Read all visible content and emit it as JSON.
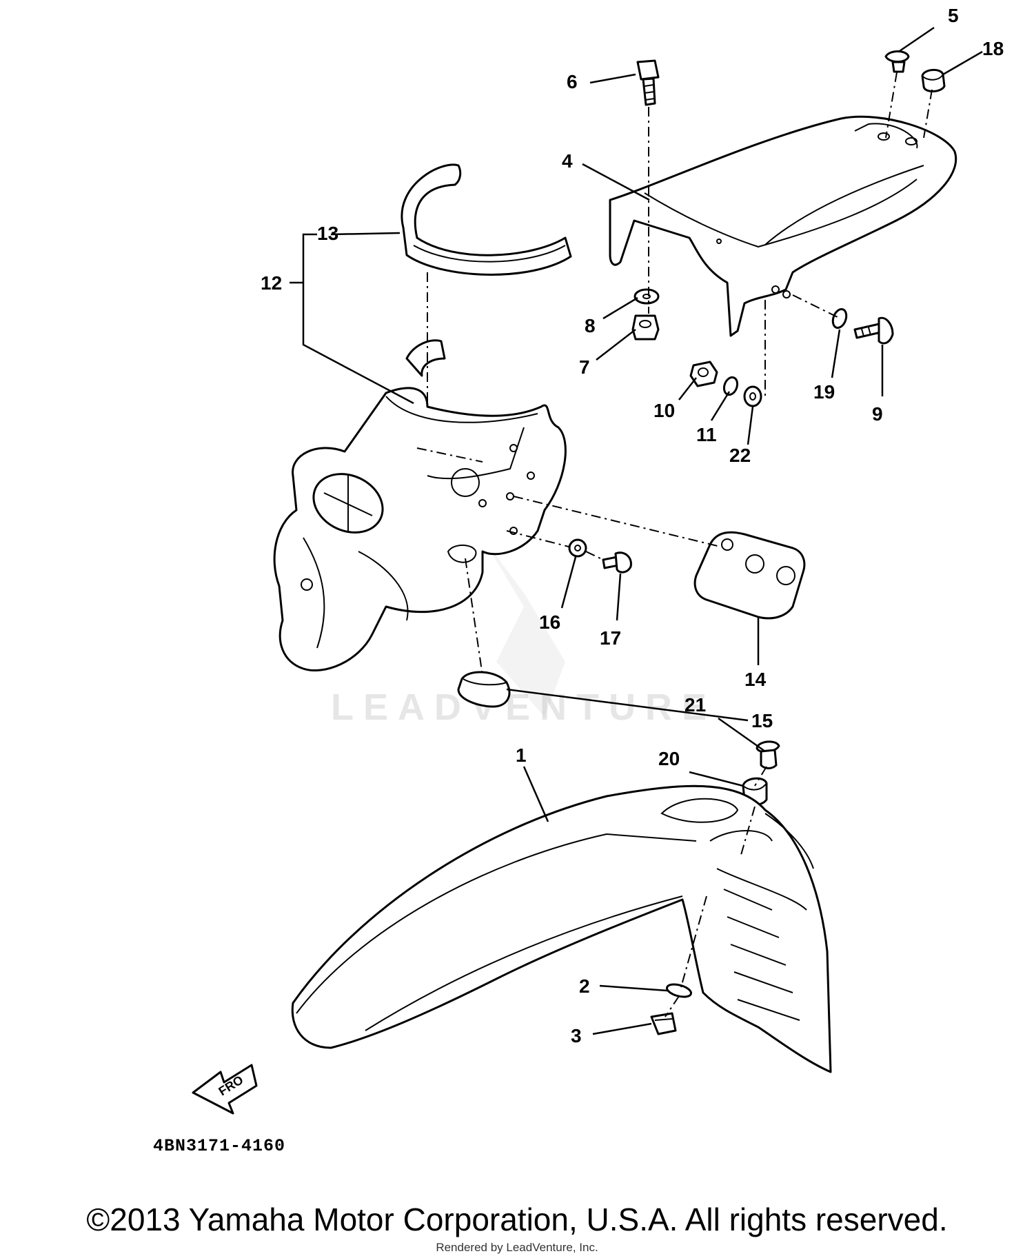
{
  "diagram": {
    "labels": {
      "l1": "1",
      "l2": "2",
      "l3": "3",
      "l4": "4",
      "l5": "5",
      "l6": "6",
      "l7": "7",
      "l8": "8",
      "l9": "9",
      "l10": "10",
      "l11": "11",
      "l12": "12",
      "l13": "13",
      "l14": "14",
      "l15": "15",
      "l16": "16",
      "l17": "17",
      "l18": "18",
      "l19": "19",
      "l20": "20",
      "l21": "21",
      "l22": "22"
    },
    "front_arrow": "FRO",
    "diagram_code": "4BN3171-4160",
    "watermark": "LEADVENTURE"
  },
  "footer": {
    "copyright": "©2013 Yamaha Motor Corporation, U.S.A. All rights reserved.",
    "rendered_by": "Rendered by LeadVenture, Inc."
  }
}
